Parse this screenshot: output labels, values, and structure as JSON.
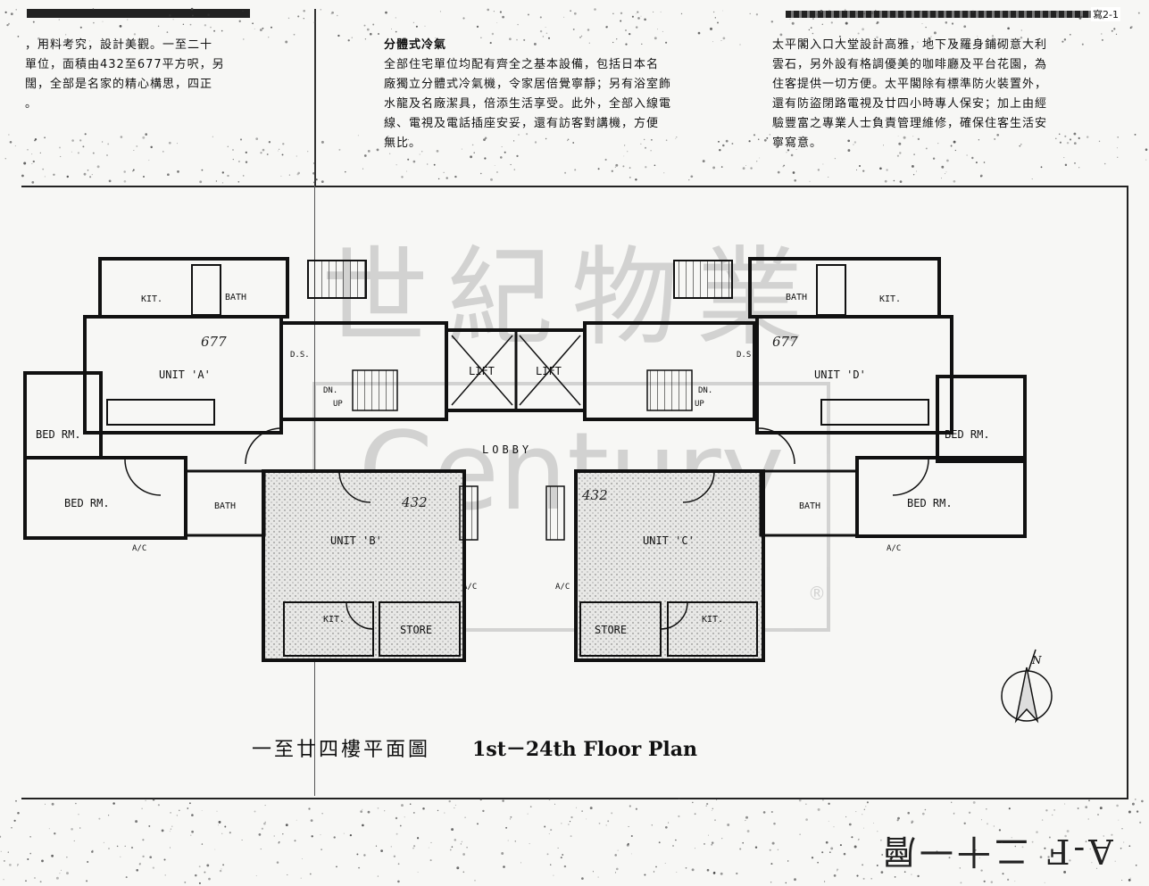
{
  "page": {
    "tag": "寫2-1"
  },
  "text": {
    "left_lines": [
      "，用料考究，設計美觀。一至二十",
      "單位，面積由432至677平方呎，另",
      "闊，全部是名家的精心構思，四正",
      "。"
    ],
    "middle_title": "分體式冷氣",
    "middle_lines": [
      "全部住宅單位均配有齊全之基本設備，包括日本名",
      "廠獨立分體式冷氣機，令家居倍覺寧靜；另有浴室飾",
      "水龍及名廠潔具，倍添生活享受。此外，全部入線電",
      "線、電視及電話插座安妥，還有訪客對講機，方便",
      "無比。"
    ],
    "right_lines": [
      "太平閣入口大堂設計高雅，地下及羅身鋪砌意大利",
      "雲石，另外設有格調優美的咖啡廳及平台花園，為",
      "住客提供一切方便。太平閣除有標準防火裝置外，",
      "還有防盜閉路電視及廿四小時專人保安；加上由經",
      "驗豐富之專業人士負責管理維修，確保住客生活安",
      "寧寫意。"
    ]
  },
  "plan": {
    "labels": {
      "unit_a": "UNIT 'A'",
      "unit_b": "UNIT 'B'",
      "unit_c": "UNIT 'C'",
      "unit_d": "UNIT 'D'",
      "lobby": "LOBBY",
      "lift_1": "LIFT",
      "lift_2": "LIFT",
      "bed_rm": "BED RM.",
      "kit": "KIT.",
      "bath": "BATH",
      "store": "STORE",
      "ac": "A/C",
      "ds": "D.S.",
      "dn": "DN.",
      "up": "UP",
      "area_a": "677",
      "area_b": "432",
      "area_c": "432",
      "area_d": "677",
      "north": "N"
    },
    "watermark_cn": "世紀物業",
    "watermark_en": "Century",
    "registered": "®"
  },
  "caption": {
    "cn": "一至廿四樓平面圖",
    "en": "1st－24th Floor Plan"
  },
  "handnote": "A-F 二十一層"
}
